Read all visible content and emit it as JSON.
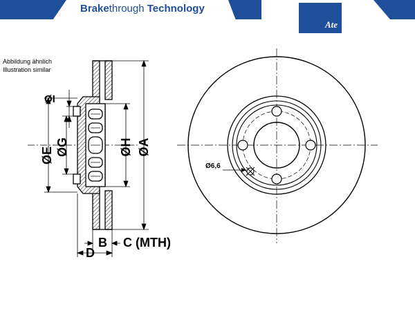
{
  "header": {
    "title_bold": "Brake",
    "title_normal": "through",
    "title_tail": " Technology",
    "logo_text": "Ate",
    "brand_color": "#1f4e9a"
  },
  "note": {
    "line1": "Abbildung ähnlich",
    "line2": "Illustration similar"
  },
  "dimensions": {
    "i": "ØI",
    "e": "ØE",
    "g": "ØG",
    "h": "ØH",
    "a": "ØA",
    "b": "B",
    "c": "C (MTH)",
    "d": "D",
    "hole": "Ø6,6"
  }
}
